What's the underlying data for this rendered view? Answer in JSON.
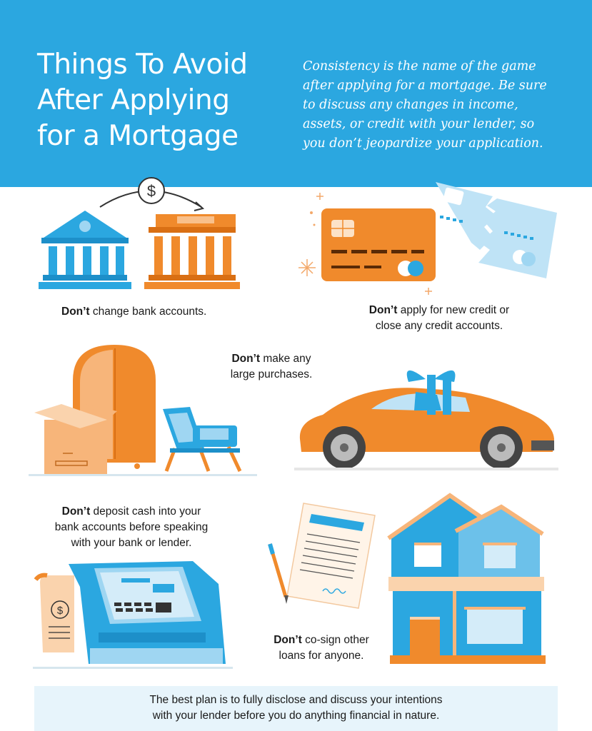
{
  "header": {
    "title_lines": [
      "Things To Avoid",
      "After Applying",
      "for a Mortgage"
    ],
    "intro_lines": [
      "Consistency is the name of the game",
      "after applying for a mortgage. Be sure",
      "to discuss any changes in income,",
      "assets, or credit with your lender, so",
      "you don’t jeopardize your application."
    ]
  },
  "items": {
    "bank": {
      "bold": "Don’t",
      "lines": [
        " change bank accounts."
      ]
    },
    "credit": {
      "bold": "Don’t",
      "lines": [
        " apply for new credit or",
        "close any credit accounts."
      ]
    },
    "purchases": {
      "bold": "Don’t",
      "lines": [
        " make any",
        "large purchases."
      ]
    },
    "deposit": {
      "bold": "Don’t",
      "lines": [
        " deposit cash into your",
        "bank accounts before speaking",
        "with your bank or lender."
      ]
    },
    "cosign": {
      "bold": "Don’t",
      "lines": [
        " co-sign other",
        "loans for anyone."
      ]
    }
  },
  "footer": {
    "lines": [
      "The best plan is to fully disclose and discuss your intentions",
      "with your lender before you do anything financial in nature."
    ]
  },
  "icons": {
    "dollar": "$"
  },
  "colors": {
    "header_blue": "#2ba7e0",
    "accent_orange": "#f08a2c",
    "light_blue": "#bfe3f6",
    "footer_bg": "#e7f4fb"
  }
}
